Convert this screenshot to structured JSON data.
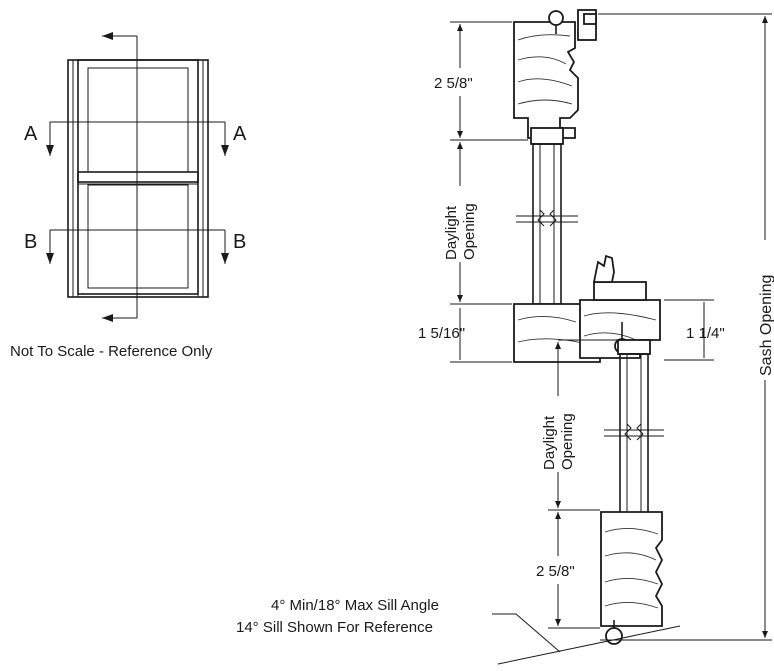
{
  "left_view": {
    "section_a_left": "A",
    "section_a_right": "A",
    "section_b_left": "B",
    "section_b_right": "B",
    "note": "Not To Scale - Reference Only"
  },
  "section": {
    "dim_top": "2 5/8\"",
    "daylight_upper": [
      "Daylight",
      "Opening"
    ],
    "dim_mid_left": "1 5/16\"",
    "dim_mid_right": "1 1/4\"",
    "daylight_lower": [
      "Daylight",
      "Opening"
    ],
    "dim_bottom": "2 5/8\"",
    "sash_opening": "Sash Opening",
    "sill_note_1": "4° Min/18° Max Sill Angle",
    "sill_note_2": "14° Sill Shown For Reference"
  }
}
